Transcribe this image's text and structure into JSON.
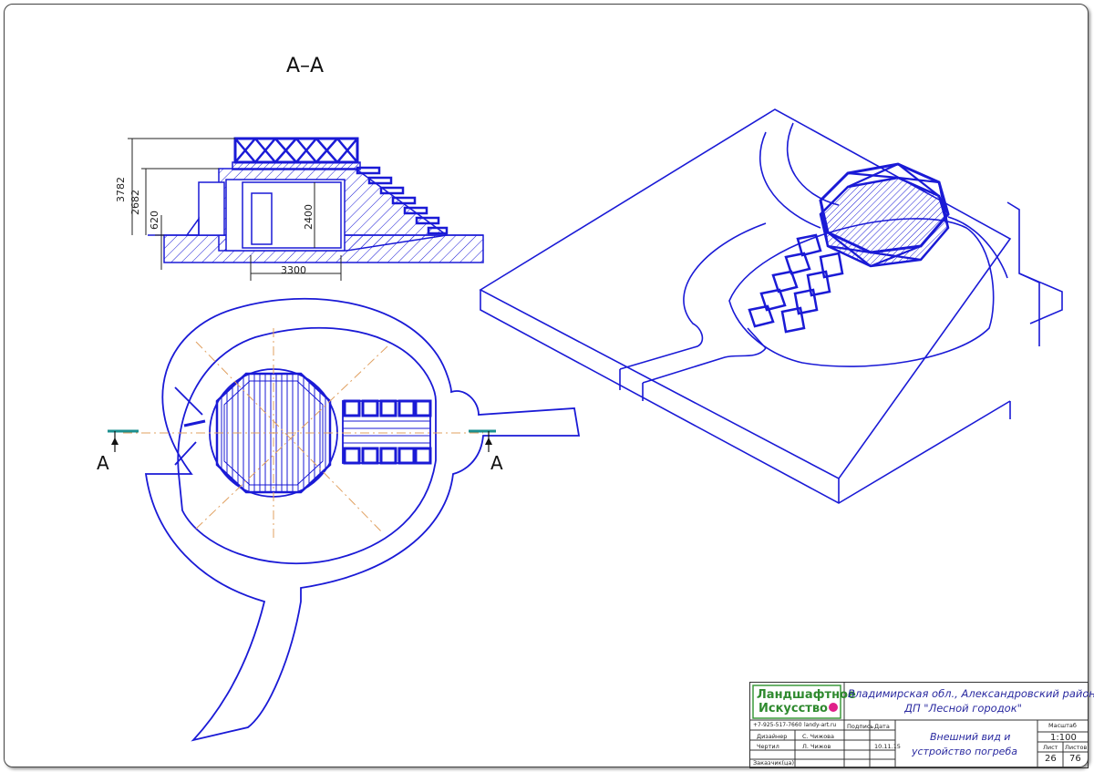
{
  "section": {
    "title": "А–А",
    "dims": {
      "total_height": "3782",
      "mound_height": "2682",
      "ground_offset": "620",
      "room_height": "2400",
      "room_width": "3300"
    },
    "cut_marker": "А"
  },
  "title_block": {
    "logo_line1": "Ландшафтное",
    "logo_line2": "Искусство",
    "phone": "+7-925-517-7660",
    "site": "landy-art.ru",
    "address_line1": "Владимирская обл., Александровский район,",
    "address_line2": "ДП \"Лесной городок\"",
    "col_sign": "Подпись",
    "col_date": "Дата",
    "role_designer": "Дизайнер",
    "name_designer": "С. Чижова",
    "role_drafter": "Чертил",
    "name_drafter": "Л. Чижов",
    "role_customer": "Заказчик(ца)",
    "date": "10.11.15",
    "sheet_title_line1": "Внешний вид и",
    "sheet_title_line2": "устройство погреба",
    "scale_label": "Масштаб",
    "scale_value": "1:100",
    "sheet_label": "Лист",
    "sheets_label": "Листов",
    "sheet_no": "26",
    "sheets_total": "76"
  },
  "colors": {
    "line": "#1a1ad6",
    "accent": "#e0a060",
    "logo_green": "#3c9a3c",
    "logo_pink": "#e0208a"
  }
}
